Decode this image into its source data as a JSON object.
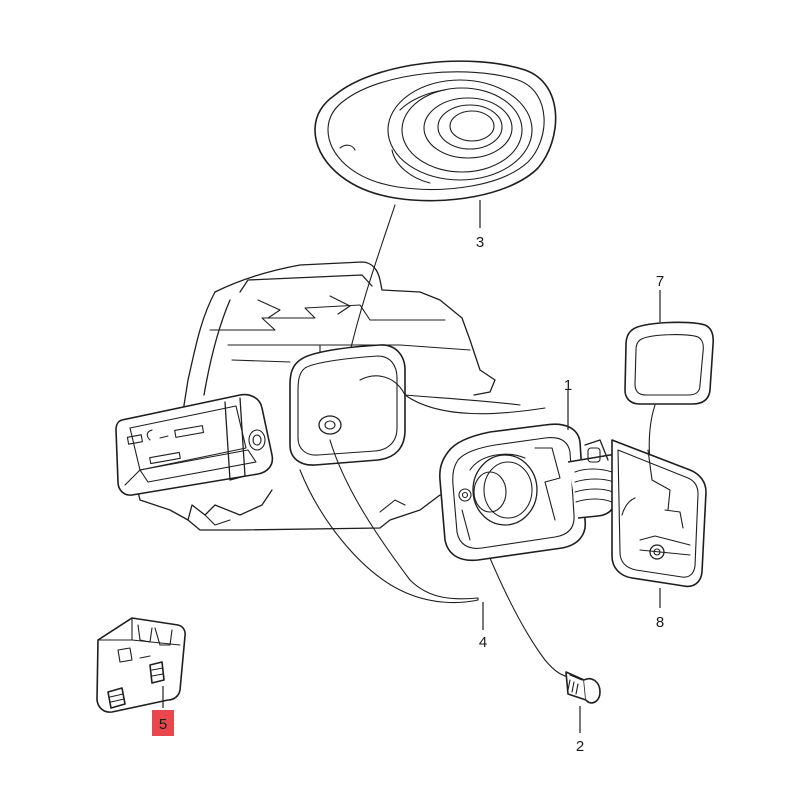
{
  "diagram": {
    "parts": [
      {
        "id": "part-1",
        "label": "1"
      },
      {
        "id": "part-2",
        "label": "2"
      },
      {
        "id": "part-3",
        "label": "3"
      },
      {
        "id": "part-4",
        "label": "4"
      },
      {
        "id": "part-5",
        "label": "5",
        "highlighted": true
      },
      {
        "id": "part-7",
        "label": "7"
      },
      {
        "id": "part-8",
        "label": "8"
      }
    ],
    "colors": {
      "line": "#1e1e1e",
      "background": "#ffffff",
      "highlight": "#e8474d"
    }
  }
}
